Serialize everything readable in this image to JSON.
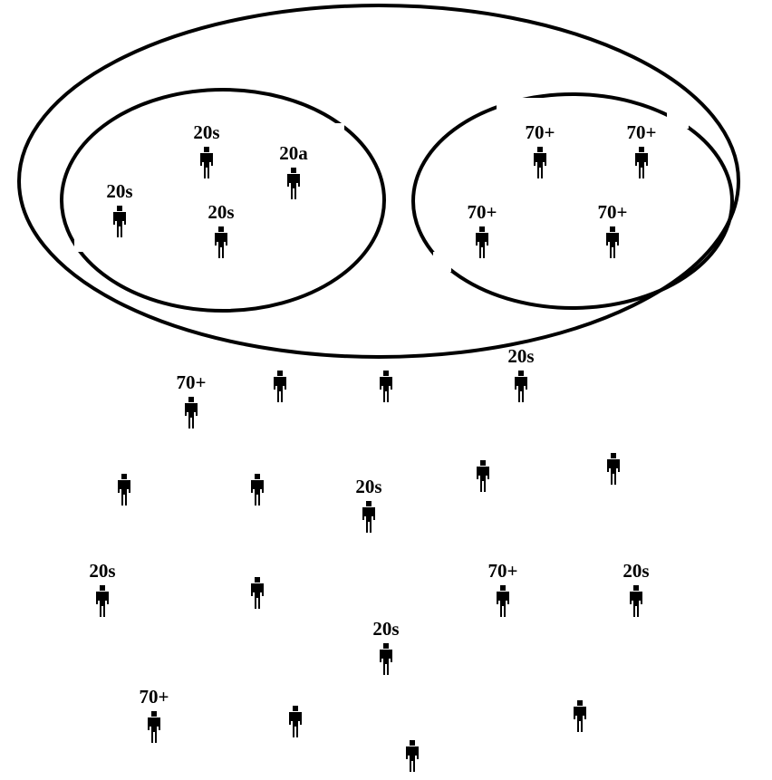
{
  "colors": {
    "background": "#ffffff",
    "ink": "#000000"
  },
  "icon": "person-icon",
  "groups": {
    "outer": {
      "members": 8
    },
    "left": {
      "people": [
        {
          "label": "20s"
        },
        {
          "label": "20a"
        },
        {
          "label": "20s"
        },
        {
          "label": "20s"
        }
      ]
    },
    "right": {
      "people": [
        {
          "label": "70+"
        },
        {
          "label": "70+"
        },
        {
          "label": "70+"
        },
        {
          "label": "70+"
        }
      ]
    }
  },
  "crowd": [
    {
      "label": "70+"
    },
    {
      "label": ""
    },
    {
      "label": ""
    },
    {
      "label": "20s"
    },
    {
      "label": ""
    },
    {
      "label": ""
    },
    {
      "label": "20s"
    },
    {
      "label": ""
    },
    {
      "label": ""
    },
    {
      "label": "20s"
    },
    {
      "label": ""
    },
    {
      "label": "70+"
    },
    {
      "label": "20s"
    },
    {
      "label": "20s"
    },
    {
      "label": "70+"
    },
    {
      "label": ""
    },
    {
      "label": ""
    },
    {
      "label": ""
    }
  ]
}
